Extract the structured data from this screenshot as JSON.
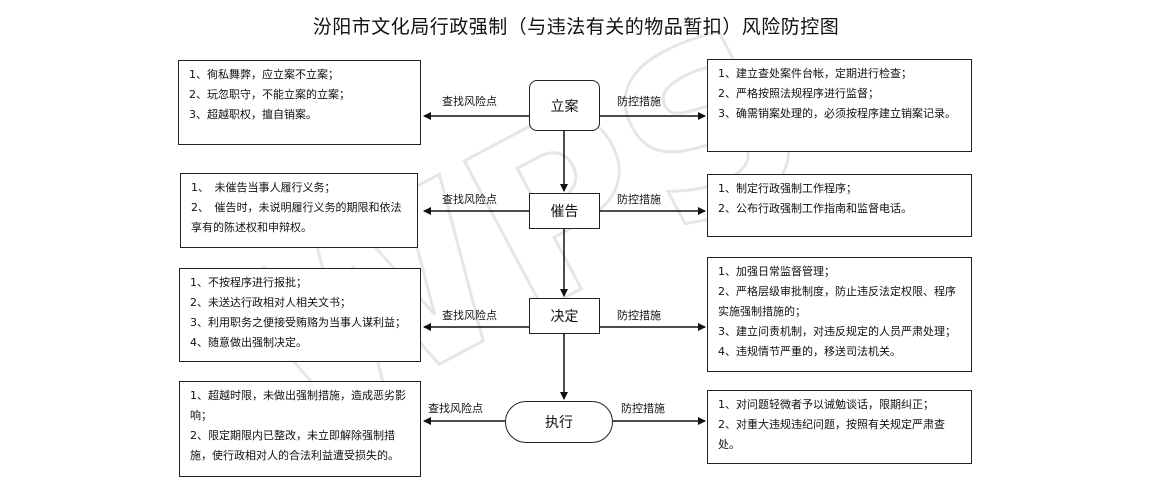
{
  "title": "汾阳市文化局行政强制（与违法有关的物品暂扣）风险防控图",
  "watermark": "WPS",
  "labels": {
    "risk": "查找风险点",
    "control": "防控措施"
  },
  "steps": [
    {
      "name": "立案",
      "risks": [
        "1、徇私舞弊，应立案不立案；",
        "2、玩忽职守，不能立案的立案；",
        "3、超越职权，擅自销案。"
      ],
      "controls": [
        "1、建立查处案件台帐，定期进行检查；",
        "2、严格按照法规程序进行监督；",
        "3、确需销案处理的，必须按程序建立销案记录。"
      ]
    },
    {
      "name": "催告",
      "risks": [
        "1、　未催告当事人履行义务；",
        "2、　催告时，未说明履行义务的期限和依法享有的陈述权和申辩权。"
      ],
      "controls": [
        "1、制定行政强制工作程序；",
        "2、公布行政强制工作指南和监督电话。"
      ]
    },
    {
      "name": "决定",
      "risks": [
        "1、不按程序进行报批；",
        "2、未送达行政相对人相关文书；",
        "3、利用职务之便接受贿赂为当事人谋利益；",
        "4、随意做出强制决定。"
      ],
      "controls": [
        "1、加强日常监督管理；",
        "2、严格层级审批制度，防止违反法定权限、程序实施强制措施的；",
        "3、建立问责机制，对违反规定的人员严肃处理；",
        "4、违规情节严重的，移送司法机关。"
      ]
    },
    {
      "name": "执行",
      "risks": [
        "1、超越时限，未做出强制措施，造成恶劣影响；",
        "2、限定期限内已整改，未立即解除强制措施，使行政相对人的合法利益遭受损失的。"
      ],
      "controls": [
        "1、对问题轻微者予以诫勉谈话，限期纠正；",
        "2、对重大违规违纪问题，按照有关规定严肃查处。"
      ]
    }
  ]
}
